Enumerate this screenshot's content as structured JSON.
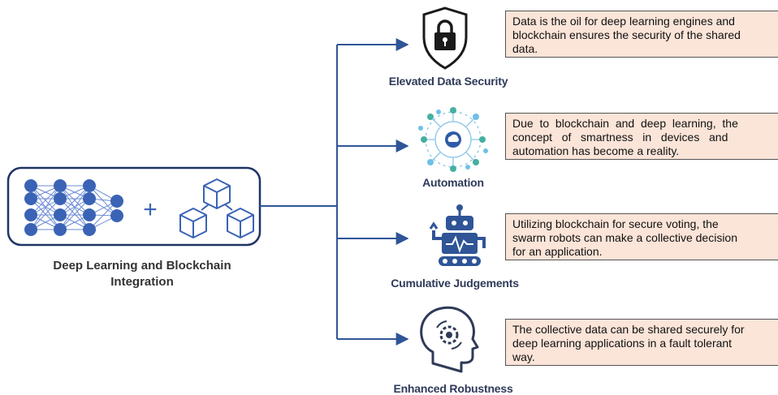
{
  "central": {
    "title_line1": "Deep Learning and Blockchain",
    "title_line2": "Integration",
    "plus_sign": "+"
  },
  "features": [
    {
      "label": "Elevated Data Security",
      "icon": "padlock-shield-icon",
      "lines": [
        "Data is the oil for deep learning engines and",
        "blockchain ensures the security of the shared",
        "data."
      ]
    },
    {
      "label": "Automation",
      "icon": "automation-network-icon",
      "lines": [
        "Due  to  blockchain  and  deep  learning,  the",
        "concept   of   smartness   in   devices   and",
        "automation has become a reality."
      ]
    },
    {
      "label": "Cumulative Judgements",
      "icon": "robot-icon",
      "lines": [
        "Utilizing blockchain for secure voting, the",
        "swarm robots can make a collective decision",
        "for an application."
      ]
    },
    {
      "label": "Enhanced Robustness",
      "icon": "head-gears-icon",
      "lines": [
        "The collective data can be shared securely for",
        "deep learning applications in a fault tolerant",
        "way."
      ]
    }
  ],
  "colors": {
    "primary_blue": "#3a63b5",
    "connector_blue": "#2f5597",
    "dark_navy": "#1f3464",
    "text_box_fill": "#fbe4d8"
  }
}
